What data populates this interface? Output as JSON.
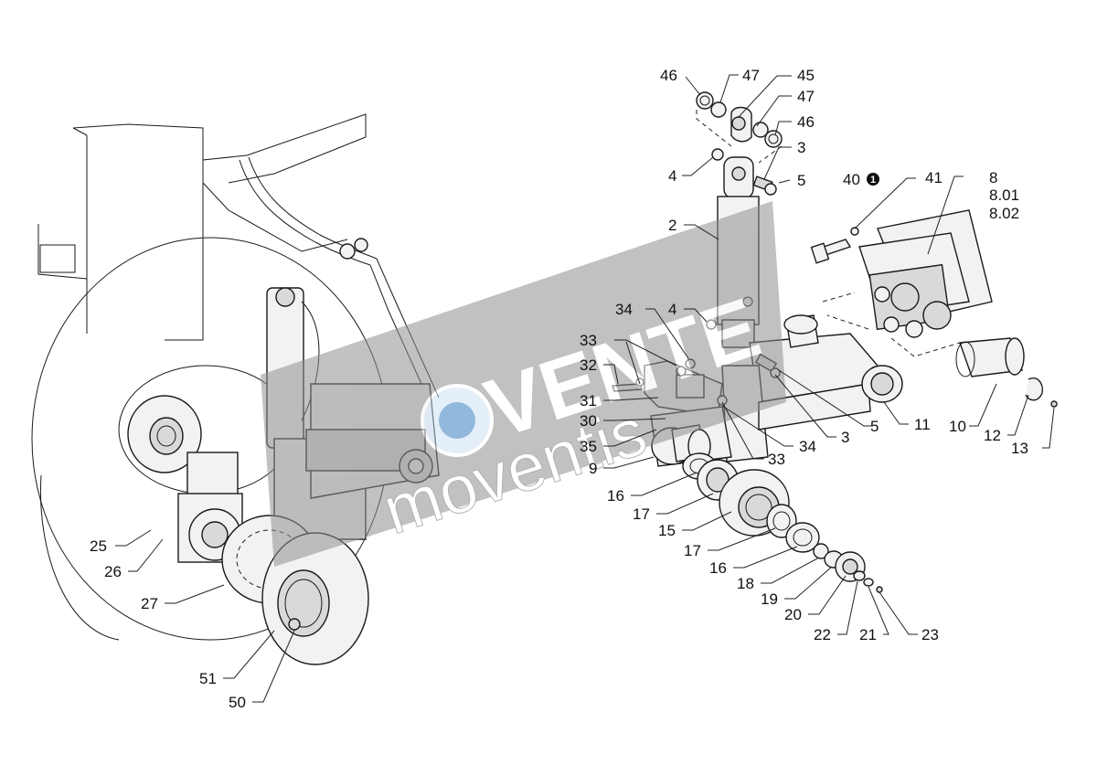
{
  "watermark": {
    "line1": "VENTE",
    "line2": "moventis"
  },
  "callouts": [
    {
      "id": "c46a",
      "text": "46"
    },
    {
      "id": "c47a",
      "text": "47"
    },
    {
      "id": "c45",
      "text": "45"
    },
    {
      "id": "c47b",
      "text": "47"
    },
    {
      "id": "c46b",
      "text": "46"
    },
    {
      "id": "c3a",
      "text": "3"
    },
    {
      "id": "c4a",
      "text": "4"
    },
    {
      "id": "c5a",
      "text": "5"
    },
    {
      "id": "c40",
      "text": "40"
    },
    {
      "id": "c41",
      "text": "41"
    },
    {
      "id": "c8",
      "text": "8"
    },
    {
      "id": "c801",
      "text": "8.01"
    },
    {
      "id": "c802",
      "text": "8.02"
    },
    {
      "id": "c2",
      "text": "2"
    },
    {
      "id": "c34a",
      "text": "34"
    },
    {
      "id": "c4b",
      "text": "4"
    },
    {
      "id": "c33a",
      "text": "33"
    },
    {
      "id": "c32",
      "text": "32"
    },
    {
      "id": "c31",
      "text": "31"
    },
    {
      "id": "c30",
      "text": "30"
    },
    {
      "id": "c35",
      "text": "35"
    },
    {
      "id": "c9",
      "text": "9"
    },
    {
      "id": "c33b",
      "text": "33"
    },
    {
      "id": "c34b",
      "text": "34"
    },
    {
      "id": "c3b",
      "text": "3"
    },
    {
      "id": "c5b",
      "text": "5"
    },
    {
      "id": "c11",
      "text": "11"
    },
    {
      "id": "c10",
      "text": "10"
    },
    {
      "id": "c12",
      "text": "12"
    },
    {
      "id": "c13",
      "text": "13"
    },
    {
      "id": "c16a",
      "text": "16"
    },
    {
      "id": "c17a",
      "text": "17"
    },
    {
      "id": "c15",
      "text": "15"
    },
    {
      "id": "c17b",
      "text": "17"
    },
    {
      "id": "c16b",
      "text": "16"
    },
    {
      "id": "c18",
      "text": "18"
    },
    {
      "id": "c19",
      "text": "19"
    },
    {
      "id": "c20",
      "text": "20"
    },
    {
      "id": "c22",
      "text": "22"
    },
    {
      "id": "c21",
      "text": "21"
    },
    {
      "id": "c23",
      "text": "23"
    },
    {
      "id": "c25",
      "text": "25"
    },
    {
      "id": "c26",
      "text": "26"
    },
    {
      "id": "c27",
      "text": "27"
    },
    {
      "id": "c51",
      "text": "51"
    },
    {
      "id": "c50",
      "text": "50"
    }
  ],
  "note_marker": "1"
}
